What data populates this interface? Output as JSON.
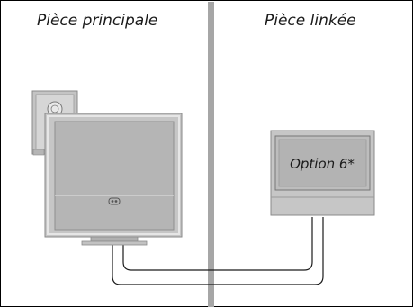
{
  "rooms": {
    "main_label": "Pièce principale",
    "linked_label": "Pièce linkée"
  },
  "linked_tv": {
    "screen_text": "Option 6*"
  },
  "colors": {
    "divider": "#a6a6a6",
    "device_fill": "#bdbdbd",
    "device_stroke": "#8a8a8a",
    "cable": "#1a1a1a"
  }
}
